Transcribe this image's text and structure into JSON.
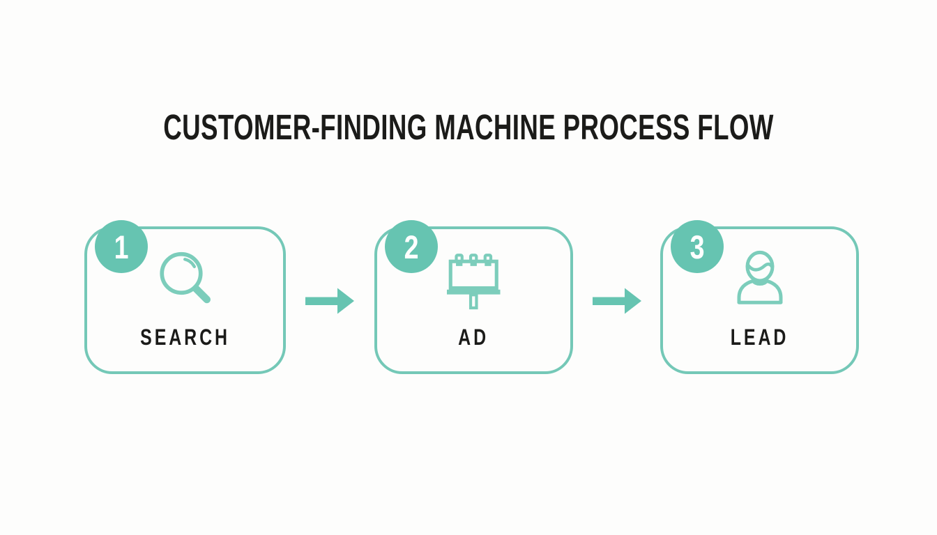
{
  "title": "CUSTOMER-FINDING MACHINE PROCESS FLOW",
  "steps": [
    {
      "number": "1",
      "label": "SEARCH",
      "icon": "magnifier-search-icon"
    },
    {
      "number": "2",
      "label": "AD",
      "icon": "billboard-ad-icon"
    },
    {
      "number": "3",
      "label": "LEAD",
      "icon": "person-lead-icon"
    }
  ],
  "connectors": [
    {
      "icon": "arrow-right-icon"
    },
    {
      "icon": "arrow-right-icon"
    }
  ],
  "colors": {
    "accent_teal": "#66C4B1",
    "box_border_teal": "#74C8B7",
    "icon_teal": "#7CCDBB",
    "text_ink": "#1B1B19",
    "badge_number": "#FFFFFF",
    "background": "#FDFDFC"
  }
}
